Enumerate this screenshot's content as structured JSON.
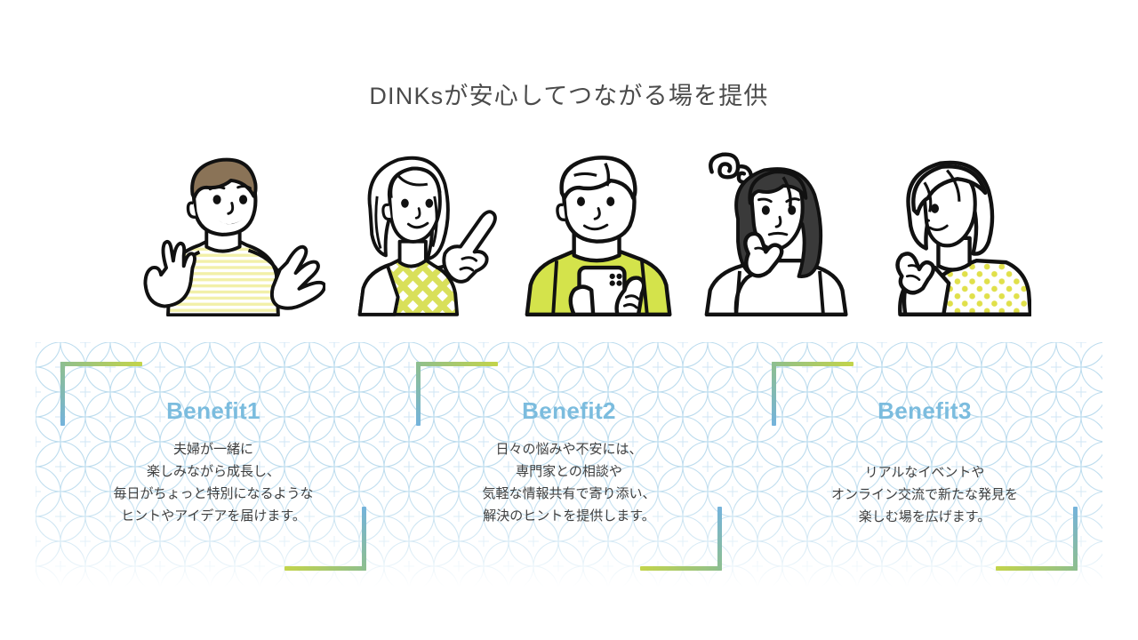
{
  "page": {
    "title": "DINKsが安心してつながる場を提供",
    "background_color": "#ffffff",
    "accent_blue": "#7bbcde",
    "accent_green": "#c3d44a",
    "text_color": "#3f3f3f"
  },
  "illustrations": [
    {
      "name": "man-waving",
      "alt": "笑顔で手を上げる男性",
      "shirt": "striped-yellow",
      "hair_color": "#8a7357"
    },
    {
      "name": "woman-pointing",
      "alt": "指をさす長い髪の女性",
      "shirt": "check-yellow-green",
      "hair_color": "#ffffff"
    },
    {
      "name": "man-with-smartphone",
      "alt": "スマートフォンを見る男性",
      "shirt": "solid-yellow-green",
      "hair_color": "#ffffff"
    },
    {
      "name": "woman-thinking",
      "alt": "悩んで考え込む女性",
      "shirt": "plain-white",
      "hair_color": "#3a3a3a"
    },
    {
      "name": "woman-bob-hair",
      "alt": "手を口元に当てる短髪の女性",
      "shirt": "polka-dot-yellow",
      "hair_color": "#ffffff"
    }
  ],
  "benefits": [
    {
      "heading": "Benefit1",
      "body": "夫婦が一緒に\n楽しみながら成長し、\n毎日がちょっと特別になるような\nヒントやアイデアを届けます。"
    },
    {
      "heading": "Benefit2",
      "body": "日々の悩みや不安には、\n専門家との相談や\n気軽な情報共有で寄り添い、\n解決のヒントを提供します。"
    },
    {
      "heading": "Benefit3",
      "body": "リアルなイベントや\nオンライン交流で新たな発見を\n楽しむ場を広げます。"
    }
  ],
  "decorations": {
    "corner_bracket_top_left": "L-shaped gradient bracket",
    "corner_bracket_bottom_right": "L-shaped gradient bracket",
    "background_pattern": "shippo-overlapping-circles"
  }
}
